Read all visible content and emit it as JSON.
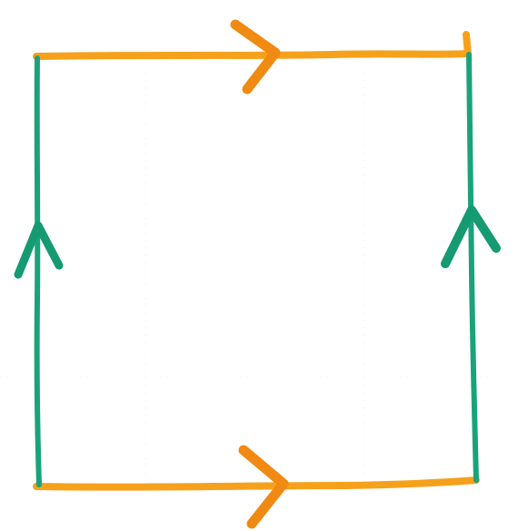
{
  "figure": {
    "description_free": true,
    "colors": {
      "orange": "#f5a11c",
      "orange_dark": "#f08a12",
      "green": "#1aa37a",
      "green_dark": "#159a72",
      "background": "#ffffff"
    },
    "edges": [
      {
        "id": "top",
        "color": "orange",
        "direction": "right"
      },
      {
        "id": "bottom",
        "color": "orange",
        "direction": "right"
      },
      {
        "id": "left",
        "color": "green",
        "direction": "up"
      },
      {
        "id": "right",
        "color": "green",
        "direction": "up"
      }
    ]
  }
}
